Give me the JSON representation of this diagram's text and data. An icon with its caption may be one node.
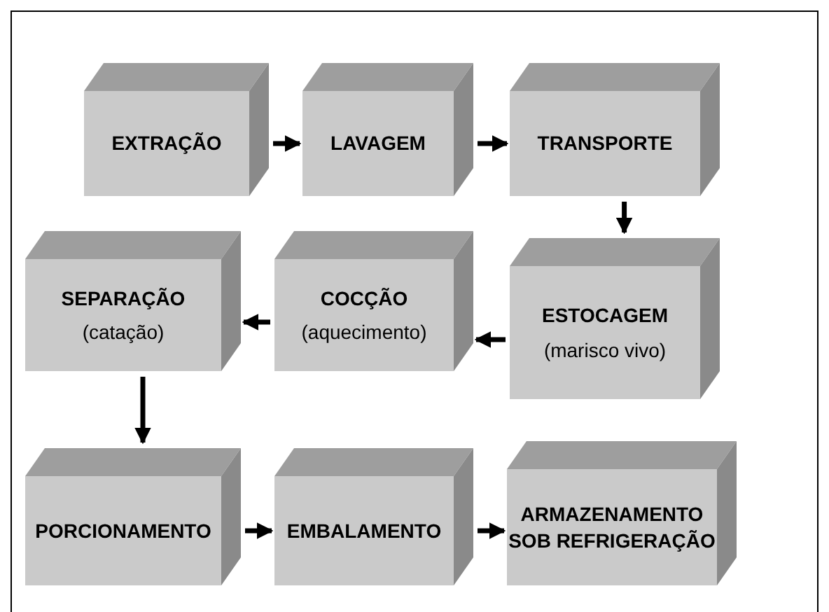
{
  "diagram": {
    "nodes": [
      {
        "text": [
          "EXTRAÇÃO"
        ]
      },
      {
        "text": [
          "LAVAGEM"
        ]
      },
      {
        "text": [
          "TRANSPORTE"
        ]
      },
      {
        "text": [
          "SEPARAÇÃO",
          "(catação)"
        ]
      },
      {
        "text": [
          "COCÇÃO",
          "(aquecimento)"
        ]
      },
      {
        "text": [
          "ESTOCAGEM",
          "(marisco vivo)"
        ]
      },
      {
        "text": [
          "PORCIONAMENTO"
        ]
      },
      {
        "text": [
          "EMBALAMENTO"
        ]
      },
      {
        "text": [
          "ARMAZENAMENTO SOB REFRIGERAÇÃO"
        ]
      }
    ],
    "edges": [
      {
        "from": 0,
        "to": 1,
        "arrow": "to"
      },
      {
        "from": 1,
        "to": 2,
        "arrow": "to"
      },
      {
        "from": 2,
        "to": 5,
        "arrow": "to"
      },
      {
        "from": 5,
        "to": 4,
        "arrow": "to"
      },
      {
        "from": 4,
        "to": 3,
        "arrow": "to"
      },
      {
        "from": 3,
        "to": 6,
        "arrow": "to"
      },
      {
        "from": 6,
        "to": 7,
        "arrow": "to"
      },
      {
        "from": 7,
        "to": 8,
        "arrow": "to"
      }
    ]
  }
}
